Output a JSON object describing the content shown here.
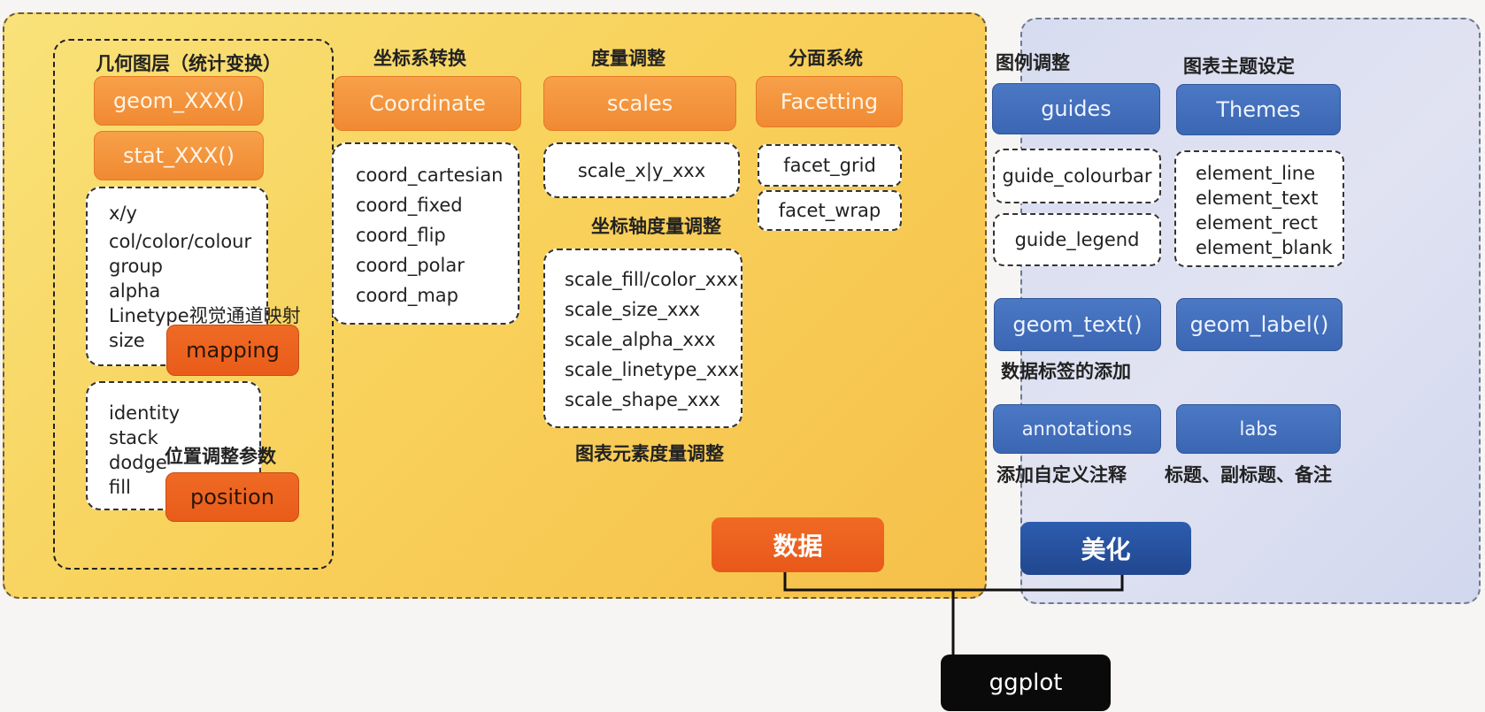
{
  "data_section": {
    "geom_layer": {
      "header": "几何图层（统计变换）",
      "geom_button": "geom_XXX()",
      "stat_button": "stat_XXX()",
      "aesthetics": [
        "x/y",
        "col/color/colour",
        "group",
        "alpha",
        "Linetype视觉通道映射",
        "size"
      ],
      "mapping_button": "mapping",
      "positions": [
        "identity",
        "stack",
        "dodge",
        "fill"
      ],
      "position_note": "位置调整参数",
      "position_button": "position"
    },
    "coordinate": {
      "header": "坐标系转换",
      "button": "Coordinate",
      "items": [
        "coord_cartesian",
        "coord_fixed",
        "coord_flip",
        "coord_polar",
        "coord_map"
      ]
    },
    "scales": {
      "header": "度量调整",
      "button": "scales",
      "axis_item": "scale_x|y_xxx",
      "axis_note": "坐标轴度量调整",
      "items": [
        "scale_fill/color_xxx",
        "scale_size_xxx",
        "scale_alpha_xxx",
        "scale_linetype_xxx",
        "scale_shape_xxx"
      ],
      "items_note": "图表元素度量调整"
    },
    "facet": {
      "header": "分面系统",
      "button": "Facetting",
      "grid": "facet_grid",
      "wrap": "facet_wrap"
    },
    "node_label": "数据"
  },
  "beauty_section": {
    "guides_header": "图例调整",
    "guides_button": "guides",
    "guide_colourbar": "guide_colourbar",
    "guide_legend": "guide_legend",
    "themes_header": "图表主题设定",
    "themes_button": "Themes",
    "theme_elements": [
      "element_line",
      "element_text",
      "element_rect",
      "element_blank"
    ],
    "geom_text_button": "geom_text()",
    "geom_label_button": "geom_label()",
    "label_note": "数据标签的添加",
    "annotations_button": "annotations",
    "annotations_note": "添加自定义注释",
    "labs_button": "labs",
    "labs_note": "标题、副标题、备注",
    "node_label": "美化"
  },
  "root_label": "ggplot",
  "colors": {
    "orange_accent": "#f08a32",
    "orange_dark": "#e95c1a",
    "blue_accent": "#3b66b3",
    "root_black": "#0a0a0a"
  }
}
